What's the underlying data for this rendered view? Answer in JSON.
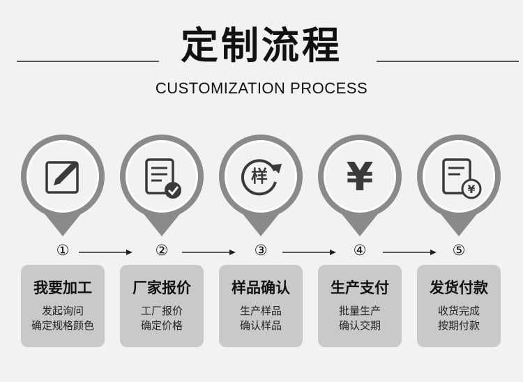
{
  "header": {
    "title": "定制流程",
    "subtitle": "CUSTOMIZATION PROCESS"
  },
  "steps": [
    {
      "number": "①",
      "title": "我要加工",
      "desc1": "发起询问",
      "desc2": "确定规格颜色",
      "icon": "edit-icon"
    },
    {
      "number": "②",
      "title": "厂家报价",
      "desc1": "工厂报价",
      "desc2": "确定价格",
      "icon": "checklist-icon"
    },
    {
      "number": "③",
      "title": "样品确认",
      "desc1": "生产样品",
      "desc2": "确认样品",
      "icon": "sample-refresh-icon",
      "icon_text": "样"
    },
    {
      "number": "④",
      "title": "生产支付",
      "desc1": "批量生产",
      "desc2": "确认交期",
      "icon": "yen-icon",
      "icon_text": "¥"
    },
    {
      "number": "⑤",
      "title": "发货付款",
      "desc1": "收货完成",
      "desc2": "按期付款",
      "icon": "invoice-yen-icon",
      "icon_text": "¥"
    }
  ],
  "colors": {
    "pin_fill": "#8a8a8a",
    "pin_ring": "#ffffff",
    "pin_inner": "#f2f2f2",
    "icon": "#3a3a3a",
    "card": "#c9c9c9",
    "background": "#f2f2f2"
  }
}
